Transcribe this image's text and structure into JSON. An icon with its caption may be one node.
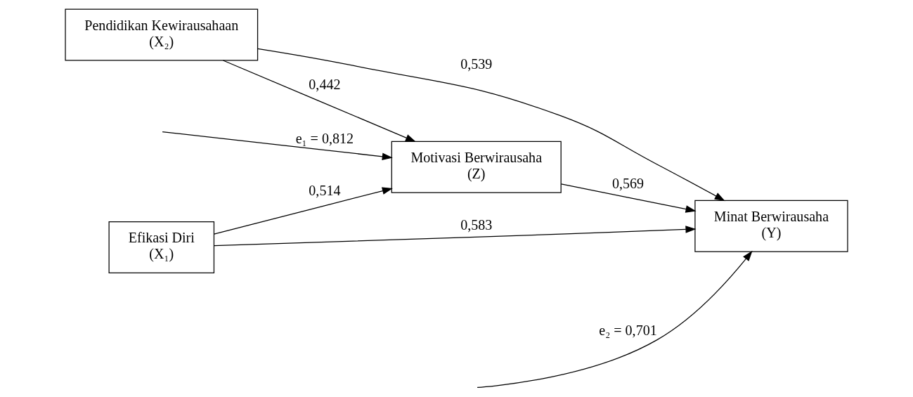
{
  "diagram": {
    "nodes": [
      {
        "text": [
          "Efikasi Diri",
          "(X₁)"
        ]
      },
      {
        "text": [
          "Pendidikan Kewirausahaan",
          "(X₂)"
        ]
      },
      {
        "text": [
          "Motivasi Berwirausaha",
          "(Z)"
        ]
      },
      {
        "text": [
          "Minat Berwirausaha",
          "(Y)"
        ]
      }
    ],
    "edges": [
      {
        "from": null,
        "to": 2,
        "arrow": "to",
        "label": "e₁ = 0,812"
      },
      {
        "from": null,
        "to": 3,
        "arrow": "to",
        "label": "e₂ = 0,701"
      },
      {
        "from": 0,
        "to": 3,
        "arrow": "to",
        "label": "0,583"
      },
      {
        "from": 0,
        "to": 2,
        "arrow": "to",
        "label": "0,514"
      },
      {
        "from": 2,
        "to": 3,
        "arrow": "to",
        "label": "0,569"
      },
      {
        "from": 1,
        "to": 2,
        "arrow": "to",
        "label": "0,442"
      },
      {
        "from": 1,
        "to": 3,
        "arrow": "to",
        "label": "0,539"
      }
    ]
  }
}
